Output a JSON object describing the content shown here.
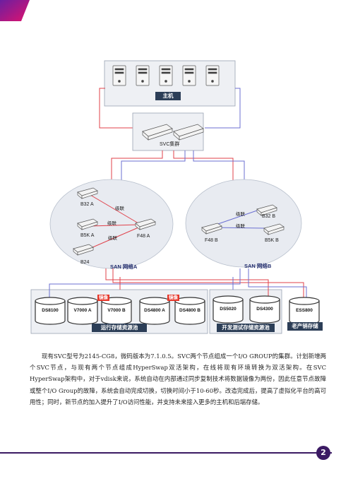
{
  "diagram": {
    "host_label": "主机",
    "svc_label": "SVC集群",
    "san_a": {
      "label": "SAN 网络A",
      "nodes": [
        "B32 A",
        "B5K A",
        "B24",
        "F48 A"
      ],
      "link_label": "级联"
    },
    "san_b": {
      "label": "SAN 网络B",
      "nodes": [
        "B32 B",
        "F48 B",
        "B5K B"
      ],
      "link_label": "级联"
    },
    "run_storage": {
      "label": "运行存储资源池",
      "mirror_label": "镜像",
      "disks": [
        "DS8100",
        "V7000 A",
        "V7000 B",
        "DS4800 A",
        "DS4800 B"
      ]
    },
    "dev_storage": {
      "label": "开发测试存储资源池",
      "disks": [
        "DS5020",
        "DS4300"
      ]
    },
    "legacy_storage": {
      "label": "老产销存储",
      "disks": [
        "ESS800"
      ]
    }
  },
  "body_text": "现有SVC型号为2145-CG8，微码版本为7.1.0.5。SVC两个节点组成一个I/O GROUP的集群。计划新增两个SVC节点，与现有两个节点组成HyperSwap双活架构，在线将现有环境转换为双活架构。在SVC HyperSwap架构中，对于vdisk来说，系统自动在内部通过同步复制技术将数据镜像为两份，因此任意节点故障或整个I/O  Group的故障，系统会自动完成切换，切换时间小于10-60秒。改造完成后，提高了虚拟化平台的高可用性；同时，新节点的加入提升了I/O访问性能，并支持未来接入更多的主机和后端存储。",
  "page_number": "2",
  "colors": {
    "accent_purple": "#3b1a63",
    "corner_gradient_start": "#6b1fa0",
    "corner_gradient_end": "#e0126e",
    "link_red": "#e0414a",
    "link_blue": "#6b6fd1",
    "dark_bar": "#2c3e57",
    "mirror_red": "#e6372b"
  }
}
